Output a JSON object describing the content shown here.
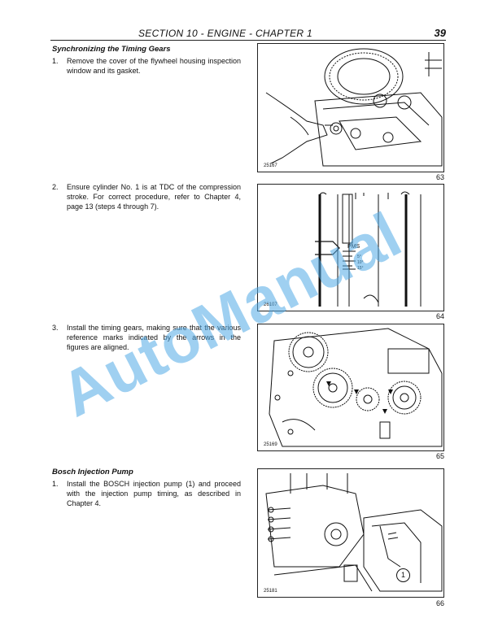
{
  "header": {
    "title": "SECTION 10 - ENGINE - CHAPTER 1",
    "page_number": "39"
  },
  "sections": [
    {
      "title": "Synchronizing the Timing Gears",
      "steps": [
        {
          "num": "1.",
          "text": "Remove the cover of the flywheel housing inspection window and its gasket."
        },
        {
          "num": "2.",
          "text": "Ensure cylinder No. 1 is at TDC of the compression stroke. For correct procedure, refer to Chapter 4, page 13 (steps 4 through 7)."
        },
        {
          "num": "3.",
          "text": "Install the timing gears, making sure that the various reference marks indicated by the arrows in the figures are aligned."
        }
      ]
    },
    {
      "title": "Bosch Injection Pump",
      "steps": [
        {
          "num": "1.",
          "text": "Install the BOSCH injection pump (1) and proceed with the injection pump timing, as described in Chapter 4."
        }
      ]
    }
  ],
  "figures": [
    {
      "id": "25167",
      "number": "63"
    },
    {
      "id": "26107",
      "number": "64",
      "labels": {
        "pms": "PMS",
        "deg1": "5°",
        "deg2": "10°",
        "deg3": "15°"
      }
    },
    {
      "id": "25169",
      "number": "65"
    },
    {
      "id": "25181",
      "number": "66",
      "callout": "1"
    }
  ],
  "watermark": "AutoManual"
}
